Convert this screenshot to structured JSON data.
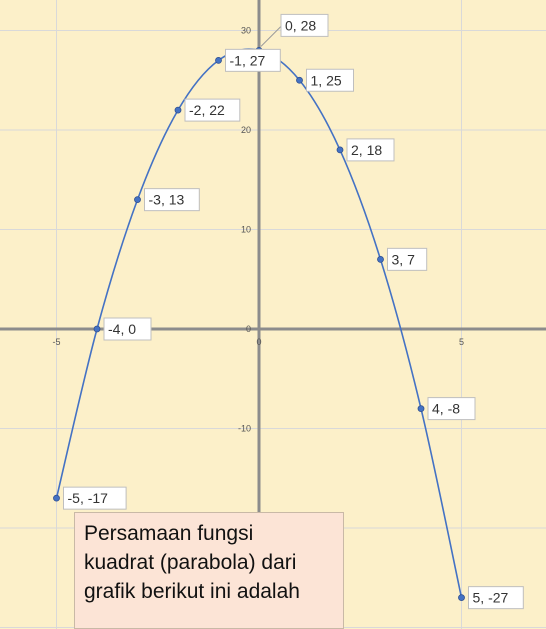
{
  "chart_data": {
    "type": "scatter",
    "title": "",
    "xlabel": "",
    "ylabel": "",
    "xlim": [
      -6.3,
      7.1
    ],
    "ylim": [
      -30,
      32
    ],
    "x_ticks": [
      "-5",
      "0",
      "5"
    ],
    "y_ticks": [
      "30",
      "20",
      "10",
      "0",
      "-10"
    ],
    "grid": true,
    "legend": "none",
    "smooth_line": true,
    "series": [
      {
        "points": [
          {
            "x": -5,
            "y": -17,
            "label": "-5, -17"
          },
          {
            "x": -4,
            "y": 0,
            "label": "-4, 0"
          },
          {
            "x": -3,
            "y": 13,
            "label": "-3, 13"
          },
          {
            "x": -2,
            "y": 22,
            "label": "-2, 22"
          },
          {
            "x": -1,
            "y": 27,
            "label": "-1, 27"
          },
          {
            "x": 0,
            "y": 28,
            "label": "0, 28"
          },
          {
            "x": 1,
            "y": 25,
            "label": "1, 25"
          },
          {
            "x": 2,
            "y": 18,
            "label": "2, 18"
          },
          {
            "x": 3,
            "y": 7,
            "label": "3, 7"
          },
          {
            "x": 4,
            "y": -8,
            "label": "4, -8"
          },
          {
            "x": 5,
            "y": -27,
            "label": "5, -27"
          }
        ]
      }
    ]
  },
  "colors": {
    "background": "#fcf0c9",
    "line": "#4472c4",
    "grid": "#d9d9d9",
    "axis": "#8c8c8c",
    "callout_fill": "#fce4d6"
  },
  "question": {
    "lines": [
      "Persamaan fungsi",
      "kuadrat (parabola) dari",
      "grafik berikut ini adalah"
    ]
  }
}
